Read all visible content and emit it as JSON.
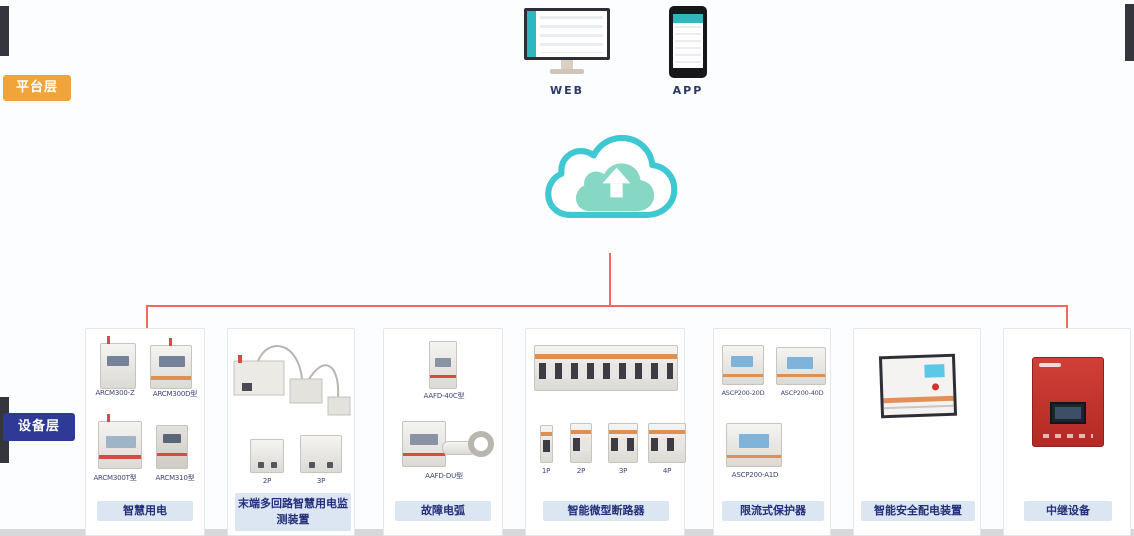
{
  "badges": {
    "platform": "平台层",
    "device": "设备层"
  },
  "terminals": {
    "web": "WEB",
    "app": "APP"
  },
  "icons": {
    "cloud": "cloud-upload-icon",
    "monitor": "monitor-icon",
    "phone": "smartphone-icon"
  },
  "cards": [
    {
      "title": "智慧用电",
      "products": [
        {
          "label": "ARCM300-Z"
        },
        {
          "label": "ARCM300D型"
        },
        {
          "label": "ARCM300T型"
        },
        {
          "label": "ARCM310型"
        }
      ]
    },
    {
      "title": "末端多回路智慧用电监测装置",
      "products": [
        {
          "label": "2P"
        },
        {
          "label": "3P"
        }
      ]
    },
    {
      "title": "故障电弧",
      "products": [
        {
          "label": "AAFD-40C型"
        },
        {
          "label": "AAFD-DU型"
        }
      ]
    },
    {
      "title": "智能微型断路器",
      "products": [
        {
          "label": "1P"
        },
        {
          "label": "2P"
        },
        {
          "label": "3P"
        },
        {
          "label": "4P"
        }
      ]
    },
    {
      "title": "限流式保护器",
      "products": [
        {
          "label": "ASCP200-20D"
        },
        {
          "label": "ASCP200-40D"
        },
        {
          "label": "ASCP200-A1D"
        }
      ]
    },
    {
      "title": "智能安全配电装置",
      "products": []
    },
    {
      "title": "中继设备",
      "products": []
    }
  ],
  "colors": {
    "connector": "#ee6a5c",
    "cloud_stroke": "#3fc8d1",
    "cloud_fill": "#86d8c4",
    "platform_badge": "#f0a43a",
    "device_badge": "#2e3a96",
    "chip_bg": "#dbe6f2",
    "chip_text": "#232e7a"
  }
}
